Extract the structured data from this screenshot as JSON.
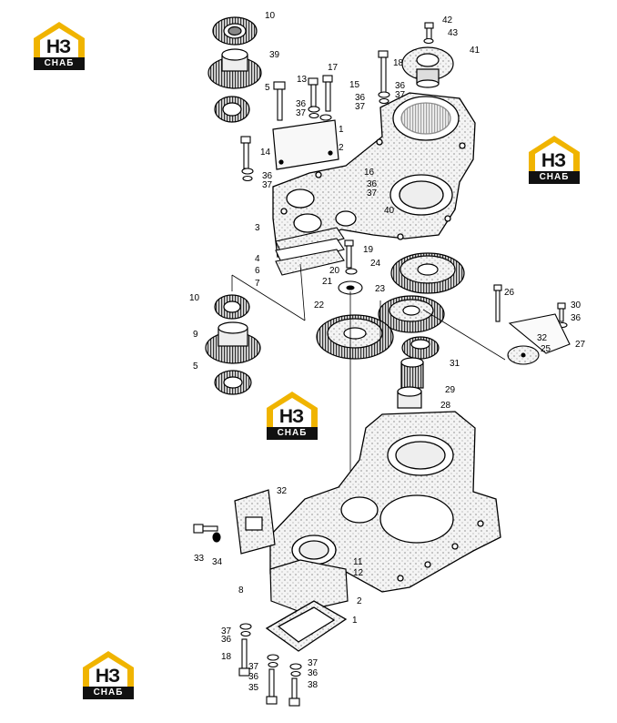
{
  "logo": {
    "letters": "НЗ",
    "word": "СНАБ",
    "accent_color": "#f0b400",
    "instances": 4
  },
  "callouts": [
    {
      "id": "c10a",
      "text": "10"
    },
    {
      "id": "c39",
      "text": "39"
    },
    {
      "id": "c5a",
      "text": "5"
    },
    {
      "id": "c13",
      "text": "13"
    },
    {
      "id": "c17",
      "text": "17"
    },
    {
      "id": "c15",
      "text": "15"
    },
    {
      "id": "c36a",
      "text": "36"
    },
    {
      "id": "c37a",
      "text": "37"
    },
    {
      "id": "c36b",
      "text": "36"
    },
    {
      "id": "c37b",
      "text": "37"
    },
    {
      "id": "c42",
      "text": "42"
    },
    {
      "id": "c43",
      "text": "43"
    },
    {
      "id": "c41",
      "text": "41"
    },
    {
      "id": "c18a",
      "text": "18"
    },
    {
      "id": "c36c",
      "text": "36"
    },
    {
      "id": "c37c",
      "text": "37"
    },
    {
      "id": "c1a",
      "text": "1"
    },
    {
      "id": "c2a",
      "text": "2"
    },
    {
      "id": "c14",
      "text": "14"
    },
    {
      "id": "c36d",
      "text": "36"
    },
    {
      "id": "c37d",
      "text": "37"
    },
    {
      "id": "c16",
      "text": "16"
    },
    {
      "id": "c36e",
      "text": "36"
    },
    {
      "id": "c37e",
      "text": "37"
    },
    {
      "id": "c40",
      "text": "40"
    },
    {
      "id": "c3",
      "text": "3"
    },
    {
      "id": "c4",
      "text": "4"
    },
    {
      "id": "c6",
      "text": "6"
    },
    {
      "id": "c7",
      "text": "7"
    },
    {
      "id": "c19",
      "text": "19"
    },
    {
      "id": "c20",
      "text": "20"
    },
    {
      "id": "c21",
      "text": "21"
    },
    {
      "id": "c24",
      "text": "24"
    },
    {
      "id": "c26",
      "text": "26"
    },
    {
      "id": "c30",
      "text": "30"
    },
    {
      "id": "c36f",
      "text": "36"
    },
    {
      "id": "c10b",
      "text": "10"
    },
    {
      "id": "c22",
      "text": "22"
    },
    {
      "id": "c23",
      "text": "23"
    },
    {
      "id": "c32a",
      "text": "32"
    },
    {
      "id": "c25",
      "text": "25"
    },
    {
      "id": "c27",
      "text": "27"
    },
    {
      "id": "c9",
      "text": "9"
    },
    {
      "id": "c31",
      "text": "31"
    },
    {
      "id": "c5b",
      "text": "5"
    },
    {
      "id": "c29",
      "text": "29"
    },
    {
      "id": "c28",
      "text": "28"
    },
    {
      "id": "c32b",
      "text": "32"
    },
    {
      "id": "c33",
      "text": "33"
    },
    {
      "id": "c34",
      "text": "34"
    },
    {
      "id": "c11",
      "text": "11"
    },
    {
      "id": "c12",
      "text": "12"
    },
    {
      "id": "c8",
      "text": "8"
    },
    {
      "id": "c2b",
      "text": "2"
    },
    {
      "id": "c1b",
      "text": "1"
    },
    {
      "id": "c37f",
      "text": "37"
    },
    {
      "id": "c36g",
      "text": "36"
    },
    {
      "id": "c18b",
      "text": "18"
    },
    {
      "id": "c37g",
      "text": "37"
    },
    {
      "id": "c36h",
      "text": "36"
    },
    {
      "id": "c35",
      "text": "35"
    },
    {
      "id": "c37h",
      "text": "37"
    },
    {
      "id": "c36i",
      "text": "36"
    },
    {
      "id": "c38",
      "text": "38"
    }
  ]
}
